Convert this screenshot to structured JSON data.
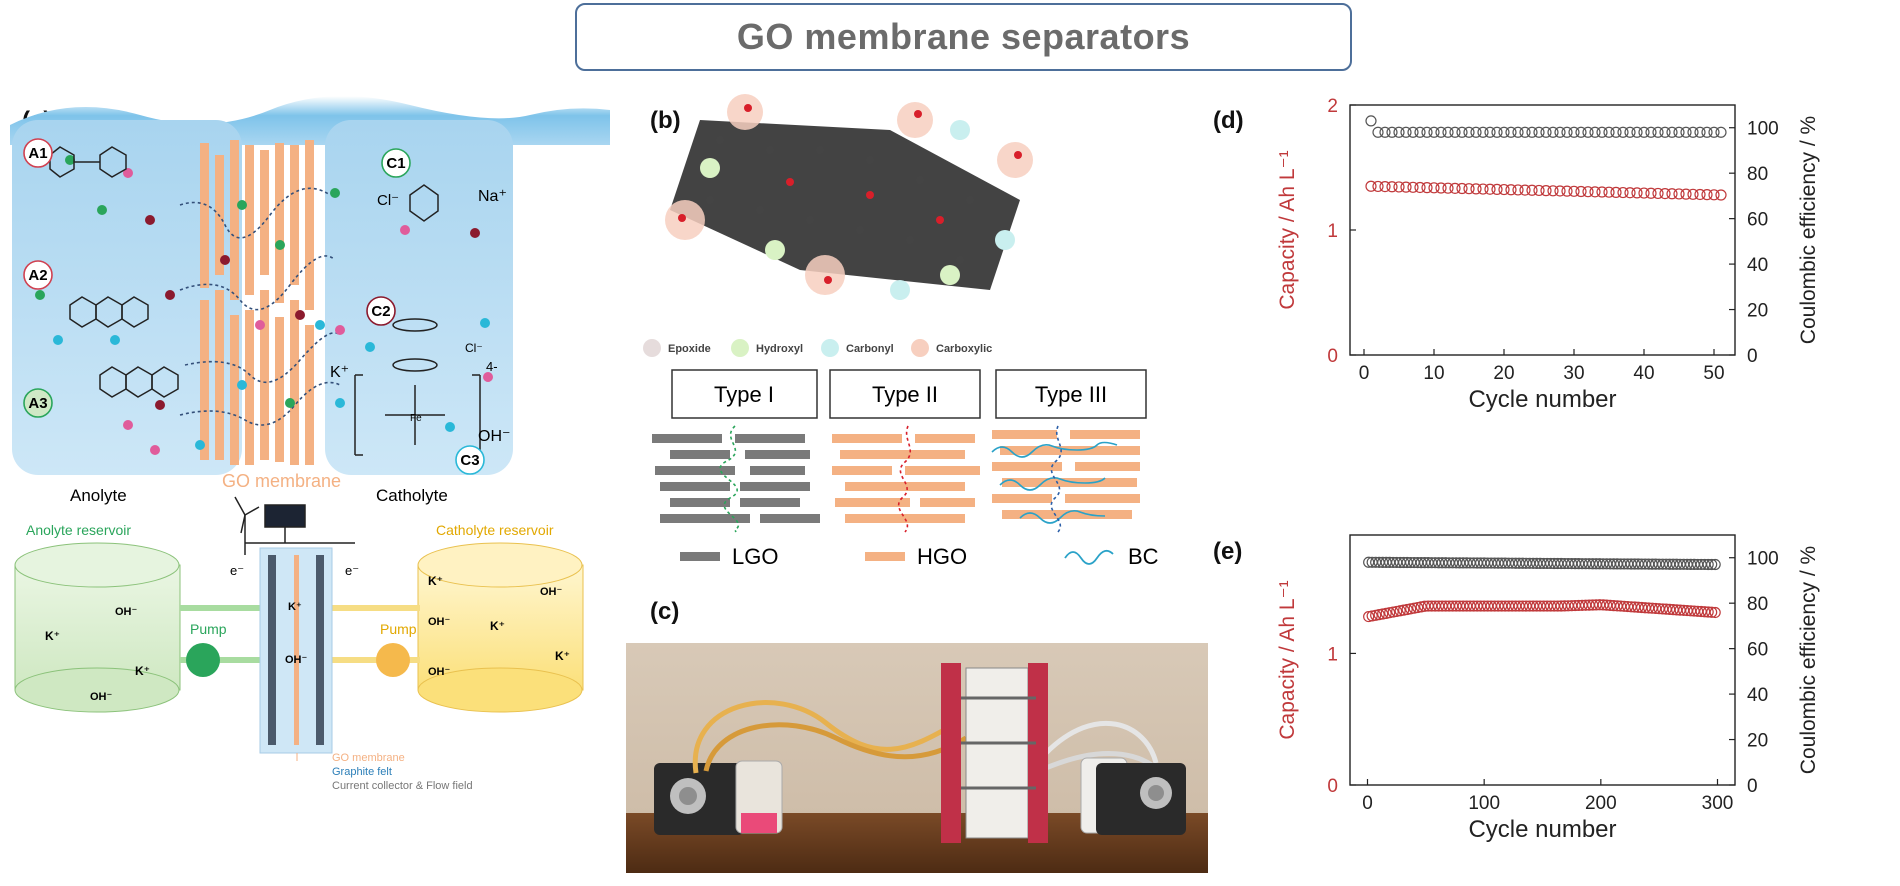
{
  "title": "GO membrane separators",
  "panel_a": {
    "label": "(a)",
    "species": {
      "A1": "A1",
      "A2": "A2",
      "A3": "A3",
      "C1": "C1",
      "C2": "C2",
      "C3": "C3"
    },
    "ions": {
      "na": "Na⁺",
      "k": "K⁺",
      "oh": "OH⁻",
      "cl1": "Cl⁻",
      "cl2": "Cl⁻",
      "fe_charge": "4-"
    },
    "membrane_label": "GO membrane",
    "anolyte": "Anolyte",
    "catholyte": "Catholyte",
    "anolyte_reservoir": "Anolyte reservoir",
    "catholyte_reservoir": "Catholyte reservoir",
    "pump_left": "Pump",
    "pump_right": "Pump",
    "legend_go": "GO membrane",
    "legend_graphite": "Graphite felt",
    "legend_collector": "Current collector & Flow field",
    "cell_k": "K⁺",
    "cell_oh": "OH⁻",
    "res_left_oh": "OH⁻",
    "res_left_k1": "K⁺",
    "res_left_k2": "K⁺",
    "res_left_oh2": "OH⁻",
    "res_right_k1": "K⁺",
    "res_right_oh1": "OH⁻",
    "res_right_oh2": "OH⁻",
    "res_right_k2": "K⁺",
    "res_right_k3": "K⁺",
    "res_right_oh3": "OH⁻",
    "e_left": "e⁻",
    "e_right": "e⁻",
    "colors": {
      "water": "#bfe0f4",
      "membrane": "#f4b183",
      "anolyte_tank": "#d8ecd0",
      "catholyte_tank": "#fbe49a"
    }
  },
  "panel_b": {
    "label": "(b)",
    "legend": [
      "Epoxide",
      "Hydroxyl",
      "Carbonyl",
      "Carboxylic"
    ],
    "legend_colors": [
      "#e6dcdc",
      "#d9f2c4",
      "#c9efef",
      "#f7cfbf"
    ],
    "types": [
      "Type I",
      "Type II",
      "Type III"
    ],
    "keys": [
      "LGO",
      "HGO",
      "BC"
    ]
  },
  "panel_c": {
    "label": "(c)"
  },
  "panel_d": {
    "label": "(d)",
    "chart_data": {
      "type": "scatter",
      "xlabel": "Cycle number",
      "ylabel_left": "Capacity / Ah L⁻¹",
      "ylabel_right": "Coulombic efficiency / %",
      "xlim": [
        -2,
        53
      ],
      "ylim_left": [
        0,
        2
      ],
      "ylim_right": [
        0,
        110
      ],
      "xticks": [
        0,
        10,
        20,
        30,
        40,
        50
      ],
      "yticks_left": [
        0,
        1,
        2
      ],
      "yticks_right": [
        0,
        20,
        40,
        60,
        80,
        100
      ],
      "series": [
        {
          "axis": "left",
          "color": "#c0393b",
          "x_start": 1,
          "x_end": 51,
          "step": 1,
          "y_start": 1.35,
          "y_end": 1.28
        },
        {
          "axis": "right",
          "color": "#555555",
          "first": [
            1,
            103
          ],
          "x_start": 2,
          "x_end": 51,
          "step": 1,
          "y_start": 98,
          "y_end": 98
        }
      ]
    }
  },
  "panel_e": {
    "label": "(e)",
    "chart_data": {
      "type": "scatter",
      "xlabel": "Cycle number",
      "ylabel_left": "Capacity / Ah L⁻¹",
      "ylabel_right": "Coulombic efficiency / %",
      "xlim": [
        -15,
        315
      ],
      "ylim_left": [
        0,
        1.9
      ],
      "ylim_right": [
        0,
        110
      ],
      "xticks": [
        0,
        100,
        200,
        300
      ],
      "yticks_left": [
        0,
        1
      ],
      "yticks_right": [
        0,
        20,
        40,
        60,
        80,
        100
      ],
      "series": [
        {
          "axis": "left",
          "color": "#c0393b",
          "x_start": 1,
          "x_end": 300,
          "step": 3,
          "profile": [
            [
              1,
              1.28
            ],
            [
              50,
              1.36
            ],
            [
              165,
              1.36
            ],
            [
              200,
              1.37
            ],
            [
              300,
              1.31
            ]
          ]
        },
        {
          "axis": "right",
          "color": "#555555",
          "x_start": 1,
          "x_end": 300,
          "step": 3,
          "profile": [
            [
              1,
              98
            ],
            [
              300,
              97
            ]
          ]
        }
      ]
    }
  }
}
